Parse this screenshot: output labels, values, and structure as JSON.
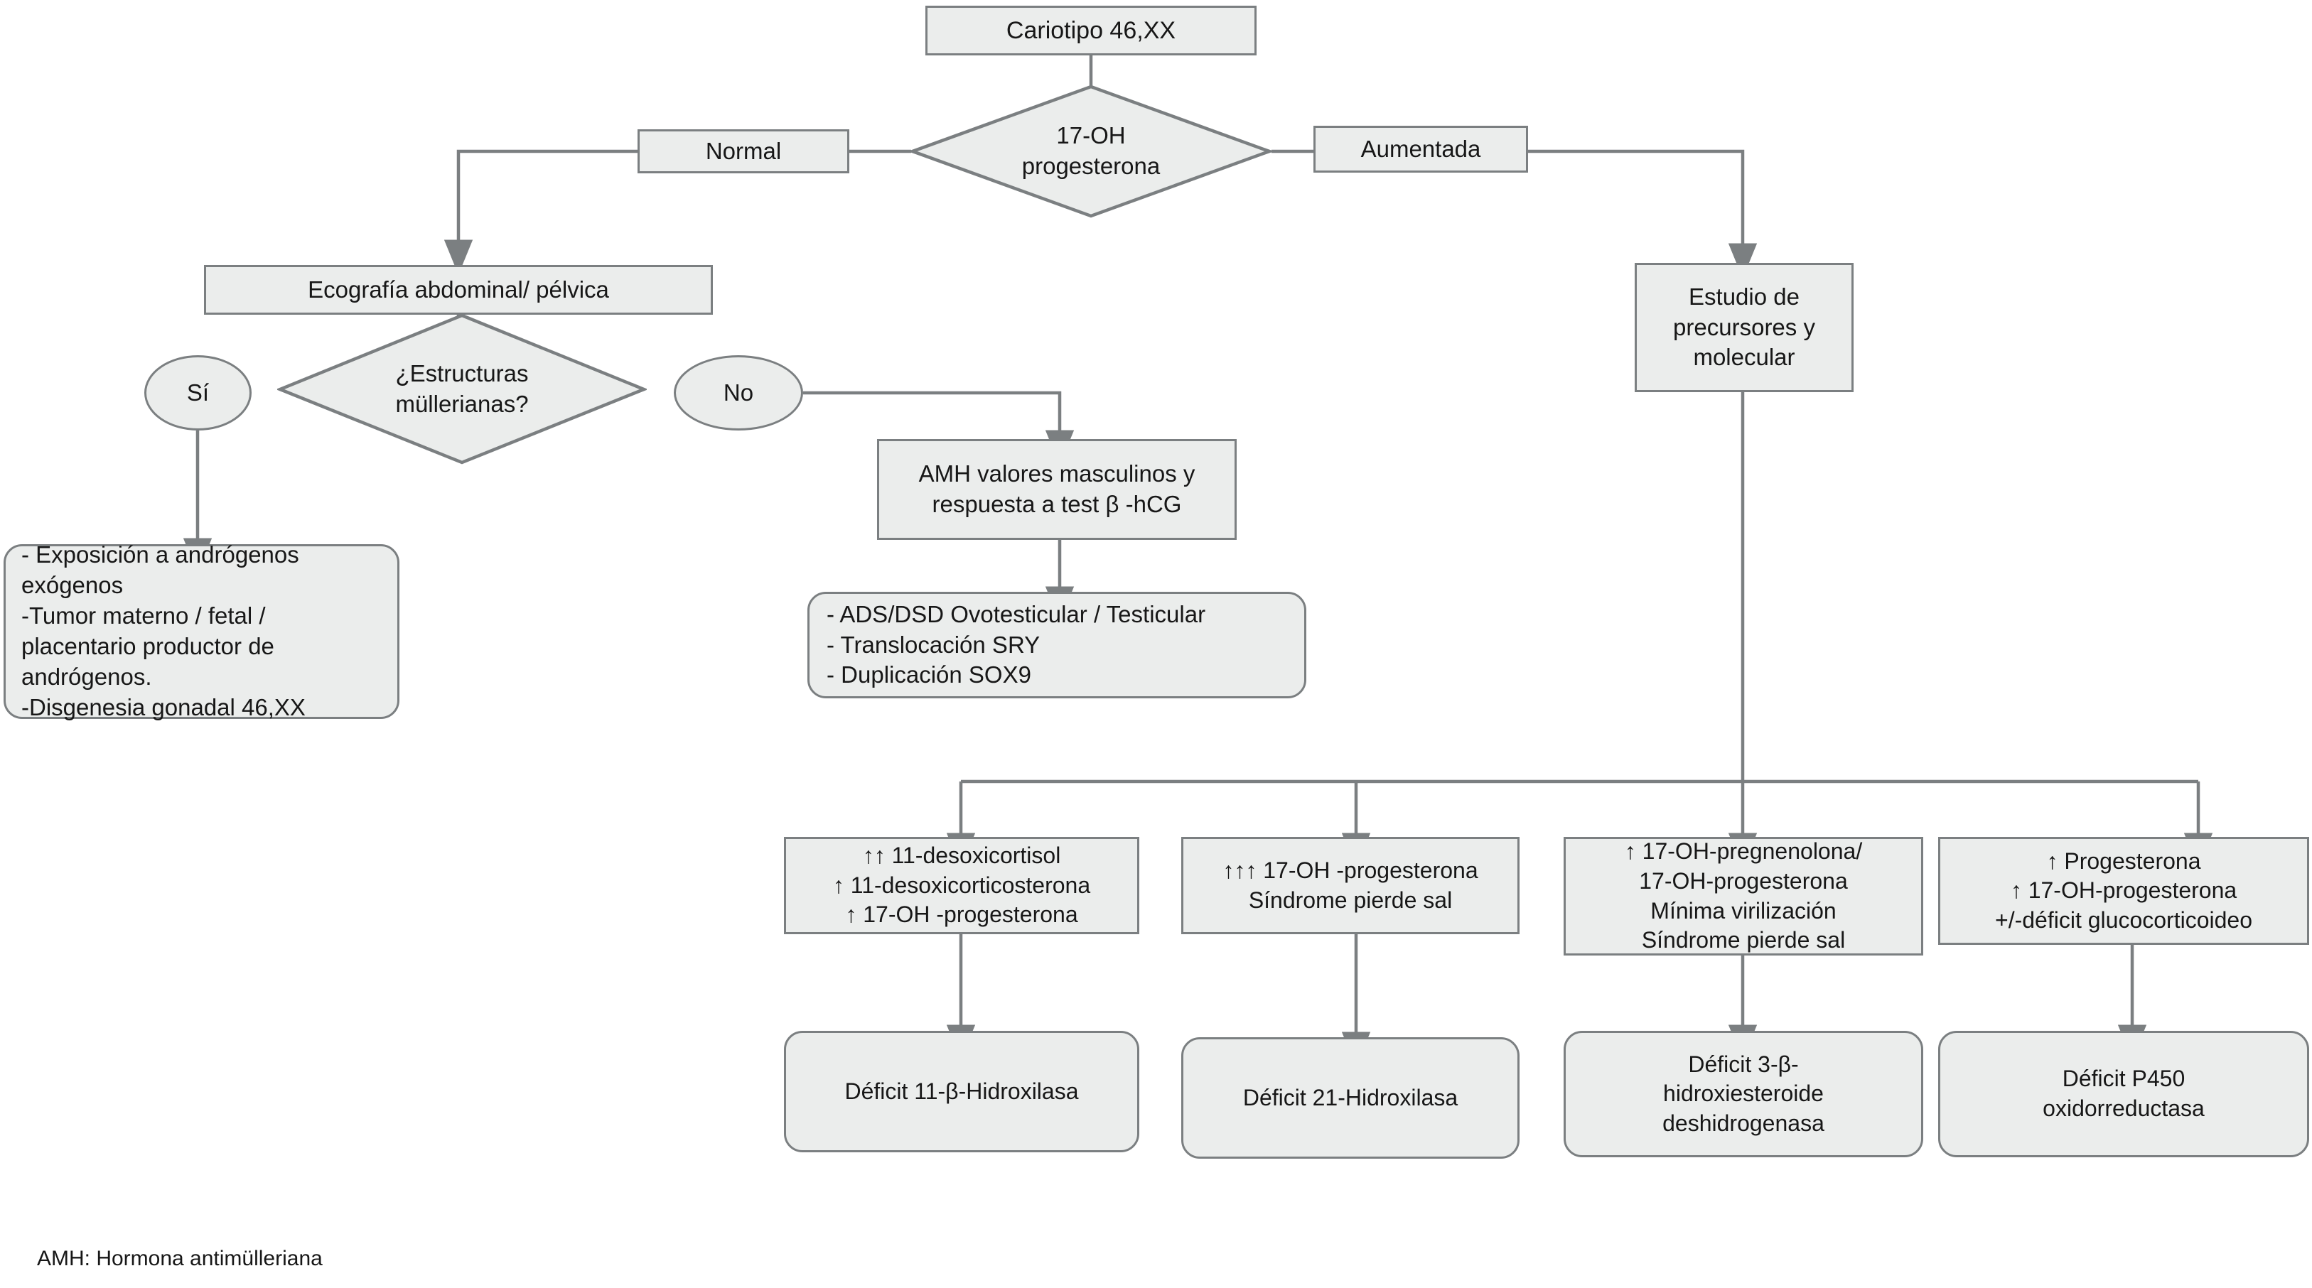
{
  "diagram": {
    "title_node": "Cariotipo 46,XX",
    "decision_17oh": "17-OH\nprogesterona",
    "branch_normal": "Normal",
    "branch_aumentada": "Aumentada",
    "ecografia": "Ecografía abdominal/ pélvica",
    "decision_mullerianas": "¿Estructuras\nmüllerianas?",
    "answer_si": "Sí",
    "answer_no": "No",
    "causas_box": "- Exposición a andrógenos\nexógenos\n-Tumor materno / fetal /\nplacentario productor de\nandrógenos.\n-Disgenesia gonadal 46,XX",
    "amh_box": "AMH valores masculinos y\nrespuesta a test β -hCG",
    "dsd_box": "- ADS/DSD Ovotesticular / Testicular\n- Translocación SRY\n- Duplicación SOX9",
    "estudio_box": "Estudio de\nprecursores y\nmolecular",
    "findings": [
      "↑↑ 11-desoxicortisol\n↑ 11-desoxicorticosterona\n↑ 17-OH -progesterona",
      "↑↑↑ 17-OH -progesterona\nSíndrome pierde sal",
      "↑ 17-OH-pregnenolona/\n17-OH-progesterona\nMínima virilización\nSíndrome pierde sal",
      "↑ Progesterona\n↑ 17-OH-progesterona\n+/-déficit glucocorticoideo"
    ],
    "diagnoses": [
      "Déficit 11-β-Hidroxilasa",
      "Déficit 21-Hidroxilasa",
      "Déficit 3-β-\nhidroxiesteroide\ndeshidrogenasa",
      "Déficit P450\noxidorreductasa"
    ],
    "footnote": "AMH: Hormona antimülleriana"
  },
  "colors": {
    "node_fill": "#ebedec",
    "node_stroke": "#7b7f81",
    "text": "#171717",
    "background": "#ffffff"
  }
}
